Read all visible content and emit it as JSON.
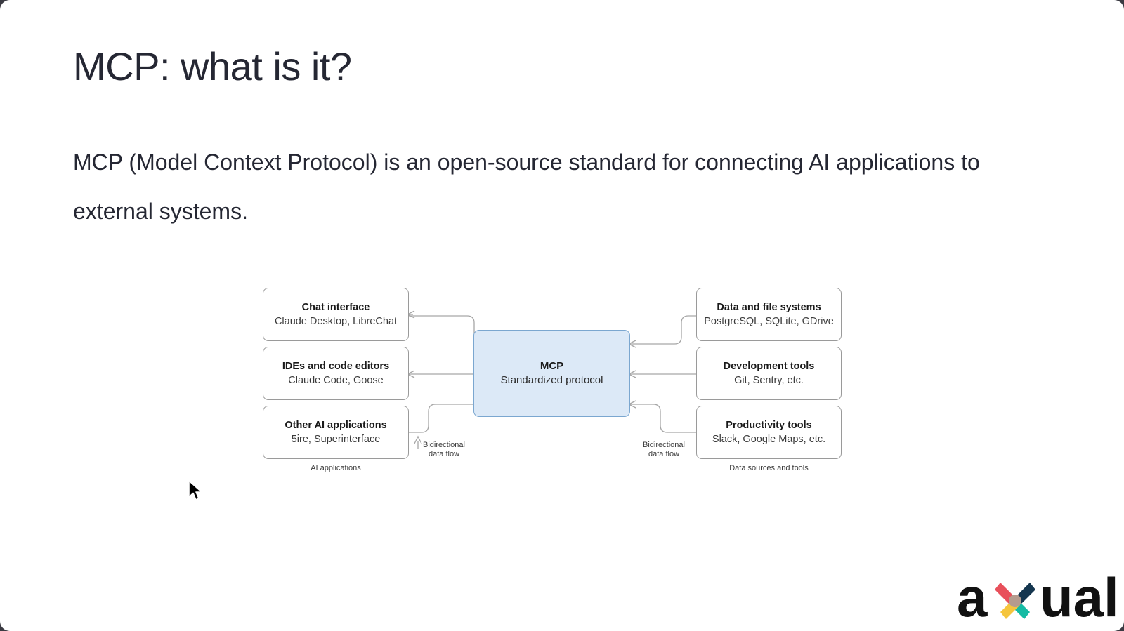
{
  "slide": {
    "title": "MCP: what is it?",
    "body": "MCP (Model Context Protocol) is an open-source standard for connecting AI applications to external systems."
  },
  "diagram": {
    "left_group_caption": "AI applications",
    "right_group_caption": "Data sources and tools",
    "flow_label_left": "Bidirectional\ndata flow",
    "flow_label_left_line1": "Bidirectional",
    "flow_label_left_line2": "data flow",
    "flow_label_right_line1": "Bidirectional",
    "flow_label_right_line2": "data flow",
    "center": {
      "title": "MCP",
      "subtitle": "Standardized protocol",
      "fill": "#dce9f7",
      "border": "#7ba7d0"
    },
    "left_nodes": [
      {
        "title": "Chat interface",
        "subtitle": "Claude Desktop, LibreChat"
      },
      {
        "title": "IDEs and code editors",
        "subtitle": "Claude Code, Goose"
      },
      {
        "title": "Other AI applications",
        "subtitle": "5ire, Superinterface"
      }
    ],
    "right_nodes": [
      {
        "title": "Data and file systems",
        "subtitle": "PostgreSQL, SQLite, GDrive"
      },
      {
        "title": "Development tools",
        "subtitle": "Git, Sentry, etc."
      },
      {
        "title": "Productivity tools",
        "subtitle": "Slack, Google Maps, etc."
      }
    ]
  },
  "logo": {
    "text_before": "a",
    "text_after": "ual",
    "mark_colors": {
      "top_left": "#e8505b",
      "top_right": "#15364f",
      "bottom_right": "#16bba4",
      "bottom_left": "#f5c53d",
      "center": "#b59b8e"
    }
  }
}
